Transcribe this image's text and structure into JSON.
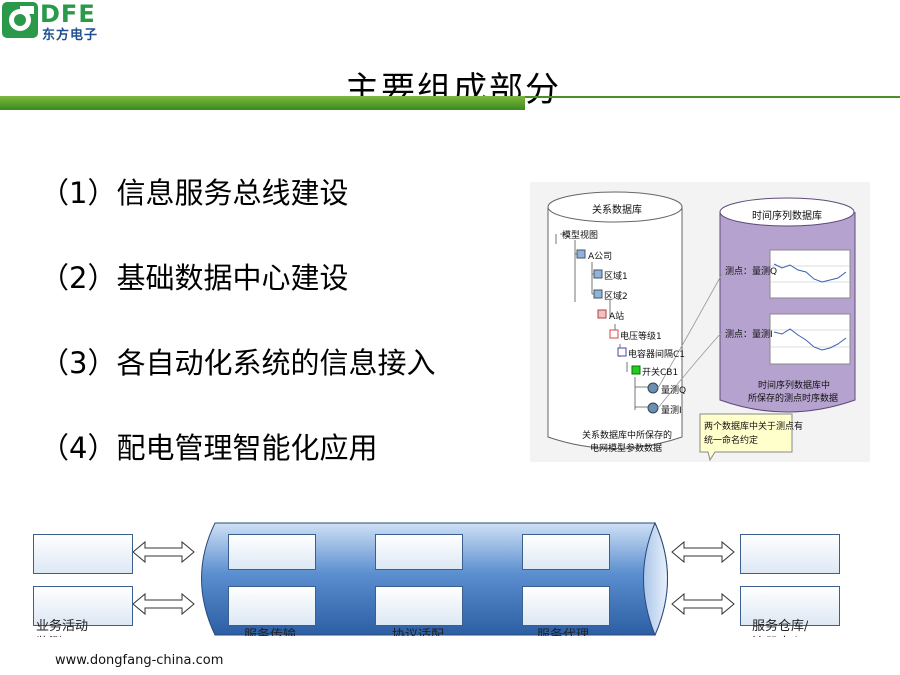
{
  "logo": {
    "brand_en": "DFE",
    "brand_cn": "东方电子"
  },
  "slide": {
    "title": "主要组成部分"
  },
  "items": [
    "（1）信息服务总线建设",
    "（2）基础数据中心建设",
    "（3）各自动化系统的信息接入",
    "（4）配电管理智能化应用"
  ],
  "db_figure": {
    "left_title": "关系数据库",
    "tree": [
      "模型视图",
      "A公司",
      "区域1",
      "区域2",
      "A站",
      "电压等级1",
      "电容器间隔C1",
      "开关CB1",
      "量测Q",
      "量测I"
    ],
    "left_caption": [
      "关系数据库中所保存的",
      "电网模型参数数据"
    ],
    "right_title": "时间序列数据库",
    "right_rows": [
      "测点：量测Q",
      "测点：量测I"
    ],
    "right_caption": [
      "时间序列数据库中",
      "所保存的测点时序数据"
    ],
    "note": [
      "两个数据库中关于测点有",
      "统一命名约定"
    ]
  },
  "bus_labels": {
    "left": "业务活动",
    "left_2": "监测/BAM",
    "c1": "服务传输",
    "c2": "协议适配",
    "c3": "服务代理",
    "right": "服务仓库/",
    "right_2": "注册中心"
  },
  "footer": {
    "url": "www.dongfang-china.com"
  },
  "colors": {
    "brand_green": "#2a9a4a",
    "bar_green": "#5aa02c",
    "bus_blue": "#4a7fc4",
    "tsdb_purple": "#b6a2cf"
  }
}
